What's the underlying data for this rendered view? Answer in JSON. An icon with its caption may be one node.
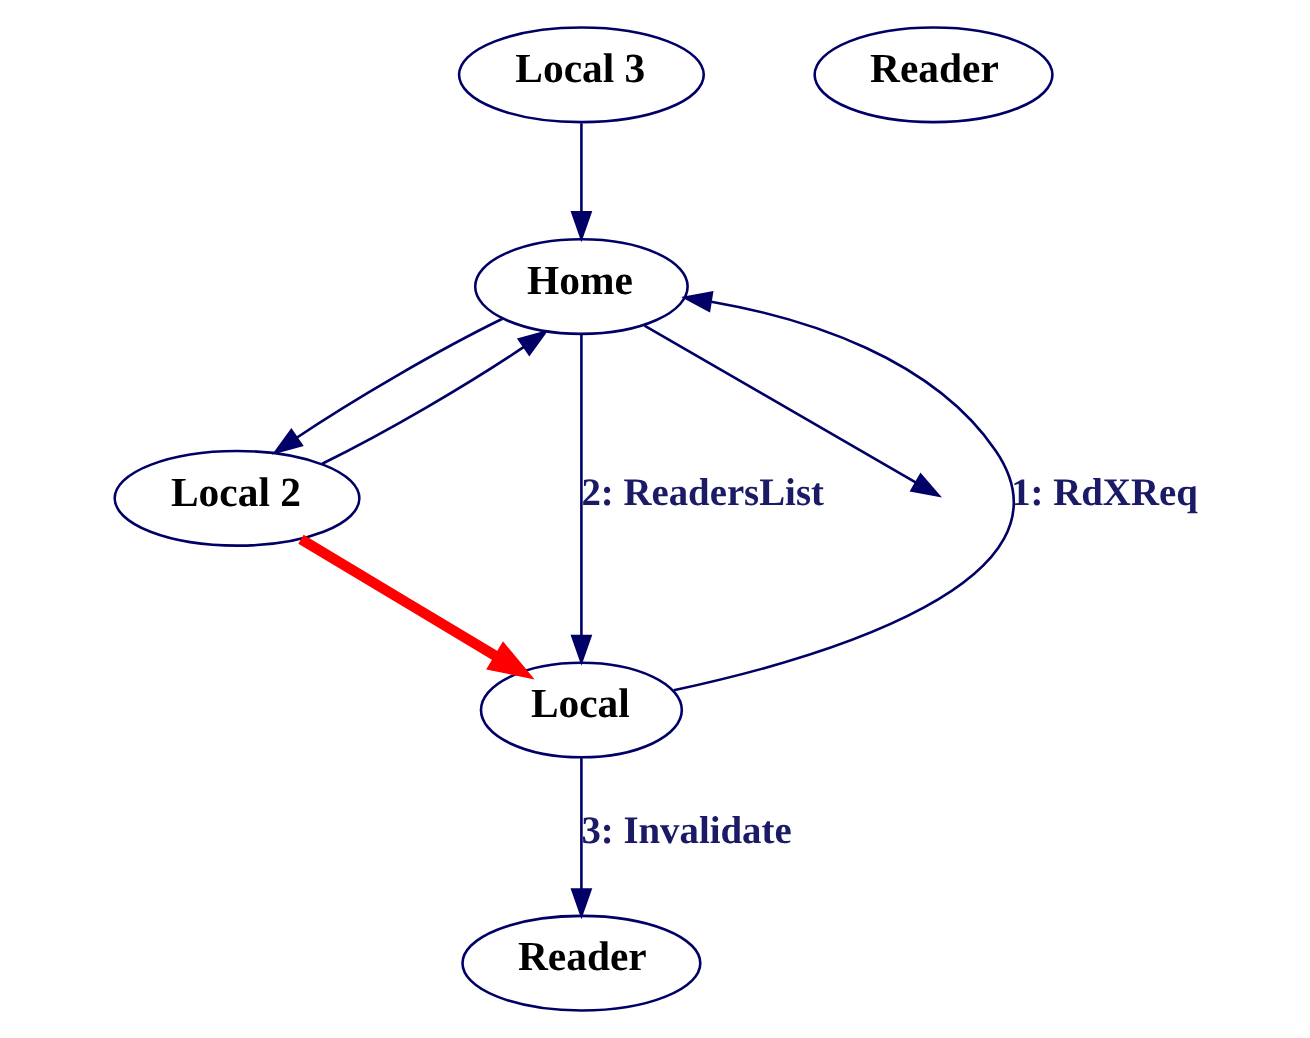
{
  "diagram": {
    "nodes": [
      {
        "text": [
          "Home"
        ]
      },
      {
        "text": [
          "Local 3"
        ]
      },
      {
        "text": [
          "Local 2"
        ]
      },
      {
        "text": [
          "Local"
        ]
      },
      {
        "text": [
          "Reader"
        ]
      },
      {
        "text": [
          "Reader"
        ]
      }
    ],
    "edges": [
      {
        "from": 1,
        "to": 0,
        "arrow": "to"
      },
      {
        "from": 0,
        "to": null,
        "arrow": "to"
      },
      {
        "from": 3,
        "to": 0,
        "arrow": "to",
        "label": "1: RdXReq"
      },
      {
        "from": 0,
        "to": 3,
        "arrow": "to",
        "label": "2: ReadersList"
      },
      {
        "from": 0,
        "to": 2,
        "arrow": "to"
      },
      {
        "from": 2,
        "to": 0,
        "arrow": "to"
      },
      {
        "from": 2,
        "to": 3,
        "arrow": "to",
        "style": "thick",
        "color": "#ff0000"
      },
      {
        "from": 3,
        "to": 4,
        "arrow": "to",
        "label": "3: Invalidate"
      }
    ]
  }
}
